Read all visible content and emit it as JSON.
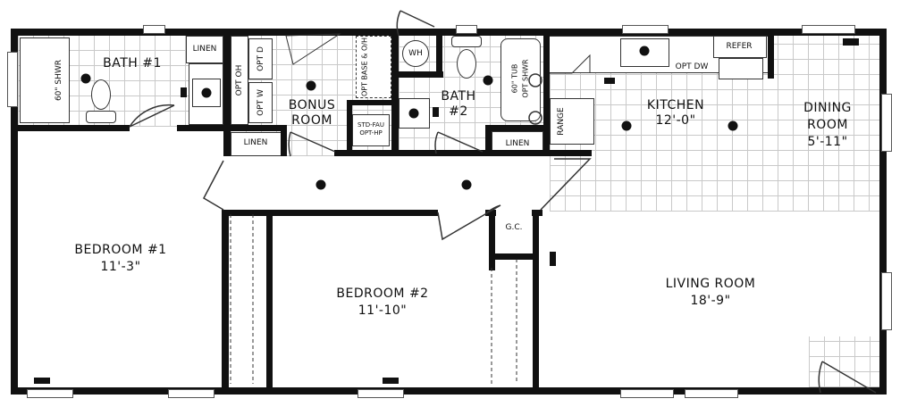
{
  "rooms": {
    "bath1": {
      "name": "BATH #1"
    },
    "bonus": {
      "name_line1": "BONUS",
      "name_line2": "ROOM"
    },
    "bath2": {
      "name_line1": "BATH",
      "name_line2": "#2"
    },
    "kitchen": {
      "name": "KITCHEN",
      "size": "12'-0\""
    },
    "dining": {
      "name_line1": "DINING",
      "name_line2": "ROOM",
      "size": "5'-11\""
    },
    "bedroom1": {
      "name": "BEDROOM #1",
      "size": "11'-3\""
    },
    "bedroom2": {
      "name": "BEDROOM #2",
      "size": "11'-10\""
    },
    "living": {
      "name": "LIVING ROOM",
      "size": "18'-9\""
    }
  },
  "fixtures": {
    "shower": "60\" SHWR",
    "linen": "LINEN",
    "opt_oh": "OPT OH",
    "opt_d": "OPT D",
    "opt_w": "OPT W",
    "opt_base_oh": "OPT BASE & O/H",
    "furnace_line1": "STD-FAU",
    "furnace_line2": "OPT-HP",
    "water_heater": "WH",
    "tub_line1": "60\" TUB",
    "tub_line2": "OPT SHWR",
    "refer": "REFER",
    "opt_dw": "OPT DW",
    "range": "RANGE",
    "coat_closet": "G.C."
  }
}
